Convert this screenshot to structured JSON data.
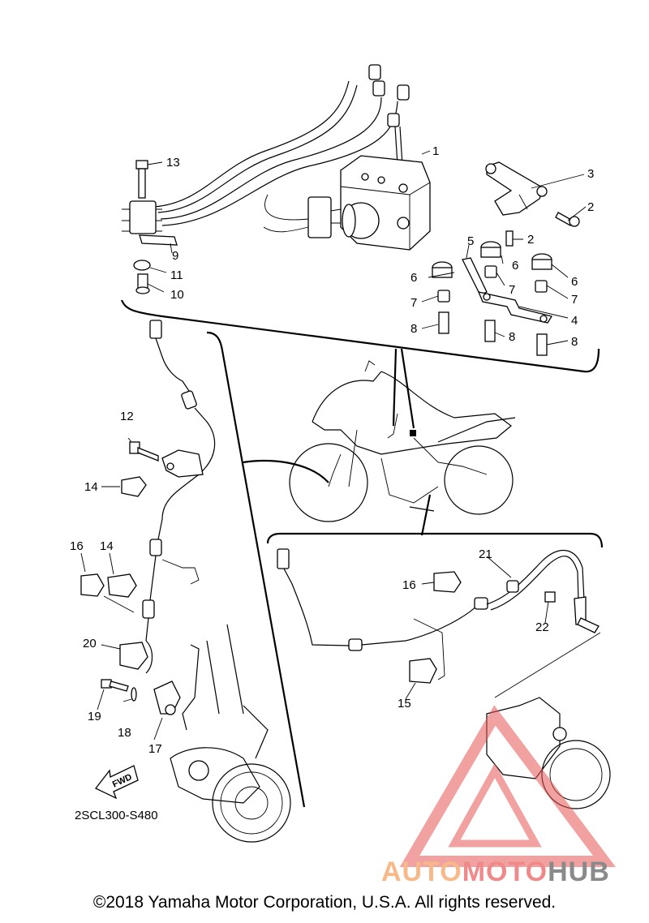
{
  "diagram": {
    "code": "2SCL300-S480",
    "fwd_label": "FWD",
    "callouts": [
      {
        "id": "c1",
        "label": "1"
      },
      {
        "id": "c2a",
        "label": "2"
      },
      {
        "id": "c2b",
        "label": "2"
      },
      {
        "id": "c3",
        "label": "3"
      },
      {
        "id": "c4",
        "label": "4"
      },
      {
        "id": "c5",
        "label": "5"
      },
      {
        "id": "c6a",
        "label": "6"
      },
      {
        "id": "c6b",
        "label": "6"
      },
      {
        "id": "c6c",
        "label": "6"
      },
      {
        "id": "c7a",
        "label": "7"
      },
      {
        "id": "c7b",
        "label": "7"
      },
      {
        "id": "c7c",
        "label": "7"
      },
      {
        "id": "c8a",
        "label": "8"
      },
      {
        "id": "c8b",
        "label": "8"
      },
      {
        "id": "c8c",
        "label": "8"
      },
      {
        "id": "c9",
        "label": "9"
      },
      {
        "id": "c10",
        "label": "10"
      },
      {
        "id": "c11",
        "label": "11"
      },
      {
        "id": "c12",
        "label": "12"
      },
      {
        "id": "c13",
        "label": "13"
      },
      {
        "id": "c14a",
        "label": "14"
      },
      {
        "id": "c14b",
        "label": "14"
      },
      {
        "id": "c15",
        "label": "15"
      },
      {
        "id": "c16a",
        "label": "16"
      },
      {
        "id": "c16b",
        "label": "16"
      },
      {
        "id": "c17",
        "label": "17"
      },
      {
        "id": "c18",
        "label": "18"
      },
      {
        "id": "c19",
        "label": "19"
      },
      {
        "id": "c20",
        "label": "20"
      },
      {
        "id": "c21",
        "label": "21"
      },
      {
        "id": "c22",
        "label": "22"
      }
    ]
  },
  "watermark": {
    "part1": "AUTO",
    "part2": "MOTO",
    "part3": "HUB",
    "colors": {
      "auto": "#f7b98a",
      "moto": "#f08a8a",
      "hub": "#8a8a8a",
      "triangle": "#e85555"
    }
  },
  "footer": {
    "copyright": "©2018 Yamaha Motor Corporation, U.S.A. All rights reserved."
  }
}
